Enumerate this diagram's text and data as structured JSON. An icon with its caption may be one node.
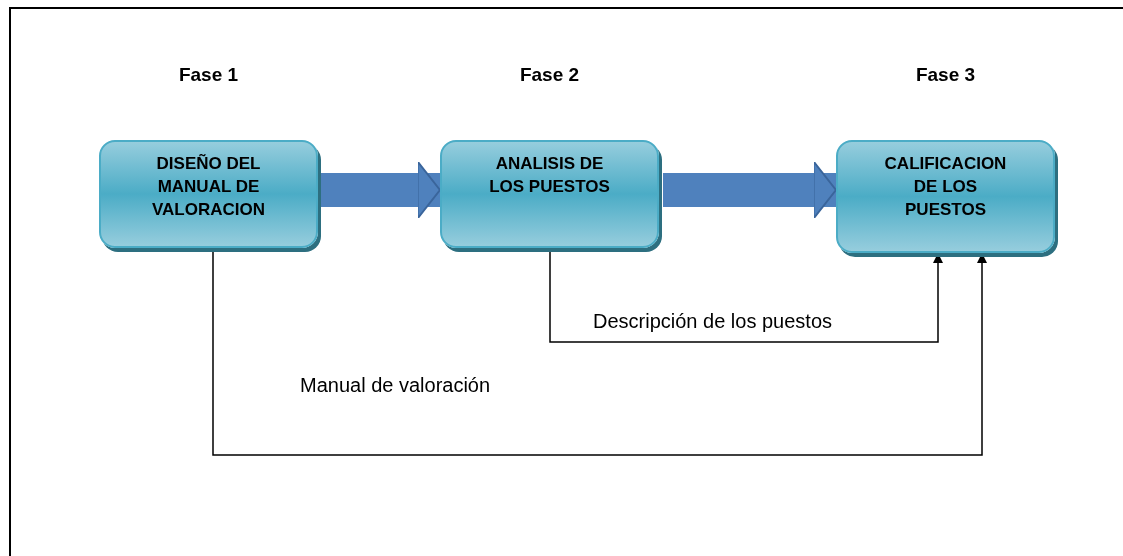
{
  "diagram": {
    "nodes": [
      {
        "text": [
          "DISEÑO DEL MANUAL DE VALORACION"
        ],
        "beside": [
          "Fase 1"
        ]
      },
      {
        "text": [
          "ANALISIS DE LOS PUESTOS"
        ],
        "beside": [
          "Fase 2"
        ]
      },
      {
        "text": [
          "CALIFICACION DE LOS PUESTOS"
        ],
        "beside": [
          "Fase 3"
        ]
      }
    ],
    "edges": [
      {
        "from": 0,
        "to": 1,
        "arrow": "to",
        "style": "thick",
        "color": "#4f81bd"
      },
      {
        "from": 1,
        "to": 2,
        "arrow": "to",
        "style": "thick",
        "color": "#4f81bd"
      },
      {
        "from": 1,
        "to": 2,
        "arrow": "to",
        "label": "Descripción de los puestos",
        "color": "#000000"
      },
      {
        "from": 0,
        "to": 2,
        "arrow": "to",
        "label": "Manual de valoración",
        "color": "#000000"
      }
    ]
  }
}
